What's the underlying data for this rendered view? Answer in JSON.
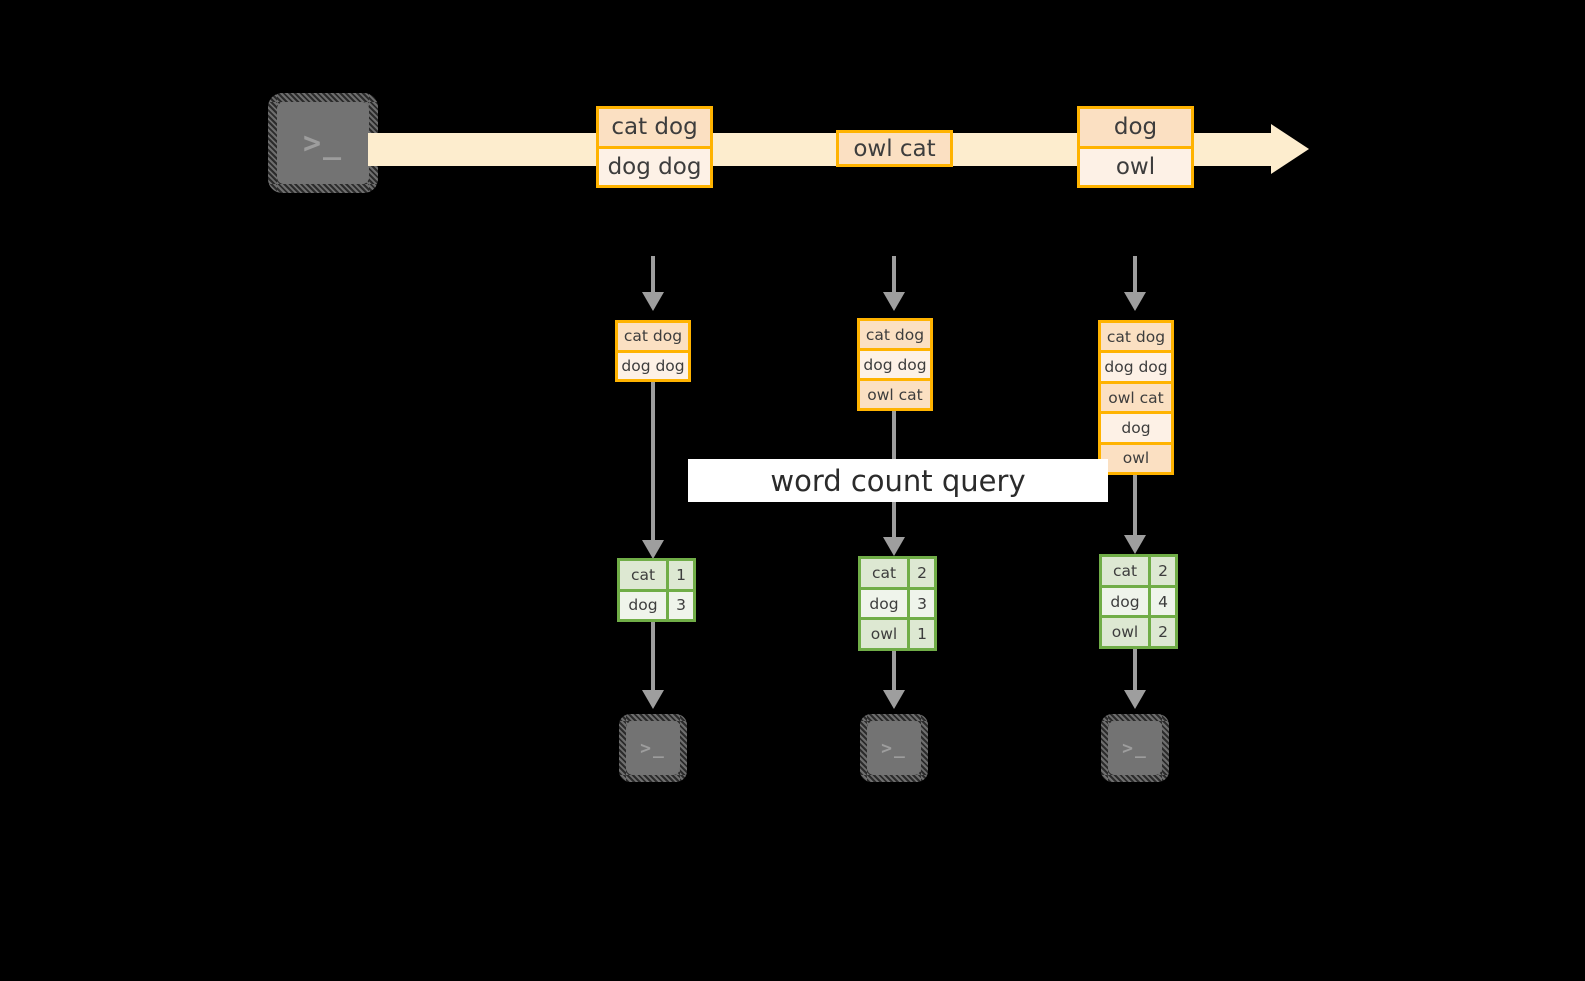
{
  "diagram": {
    "query_label": "word count query",
    "colors": {
      "stream_band": "#FDEDCE",
      "event_border": "#FFB300",
      "event_fill_dark": "#FBE0C2",
      "event_fill_light": "#FDF1E6",
      "table_border": "#70AD47",
      "table_fill_dark": "#DDE8D2",
      "table_fill_light": "#EFF4EB",
      "connector": "#9E9E9E",
      "terminal_body": "#737373",
      "background": "#000000"
    },
    "source": {
      "icon": "terminal-icon",
      "glyph": ">_"
    },
    "stream_events": [
      {
        "name": "event-group-1",
        "rows": [
          "cat dog",
          "dog dog"
        ]
      },
      {
        "name": "event-group-2",
        "rows": [
          "owl cat"
        ]
      },
      {
        "name": "event-group-3",
        "rows": [
          "dog",
          "owl"
        ]
      }
    ],
    "snapshots": [
      {
        "name": "snapshot-1",
        "rows": [
          "cat dog",
          "dog dog"
        ]
      },
      {
        "name": "snapshot-2",
        "rows": [
          "cat dog",
          "dog dog",
          "owl cat"
        ]
      },
      {
        "name": "snapshot-3",
        "rows": [
          "cat dog",
          "dog dog",
          "owl cat",
          "dog",
          "owl"
        ]
      }
    ],
    "results": [
      {
        "name": "result-table-1",
        "rows": [
          {
            "word": "cat",
            "count": "1"
          },
          {
            "word": "dog",
            "count": "3"
          }
        ]
      },
      {
        "name": "result-table-2",
        "rows": [
          {
            "word": "cat",
            "count": "2"
          },
          {
            "word": "dog",
            "count": "3"
          },
          {
            "word": "owl",
            "count": "1"
          }
        ]
      },
      {
        "name": "result-table-3",
        "rows": [
          {
            "word": "cat",
            "count": "2"
          },
          {
            "word": "dog",
            "count": "4"
          },
          {
            "word": "owl",
            "count": "2"
          }
        ]
      }
    ],
    "sinks": [
      {
        "name": "sink-terminal-1",
        "glyph": ">_"
      },
      {
        "name": "sink-terminal-2",
        "glyph": ">_"
      },
      {
        "name": "sink-terminal-3",
        "glyph": ">_"
      }
    ]
  }
}
